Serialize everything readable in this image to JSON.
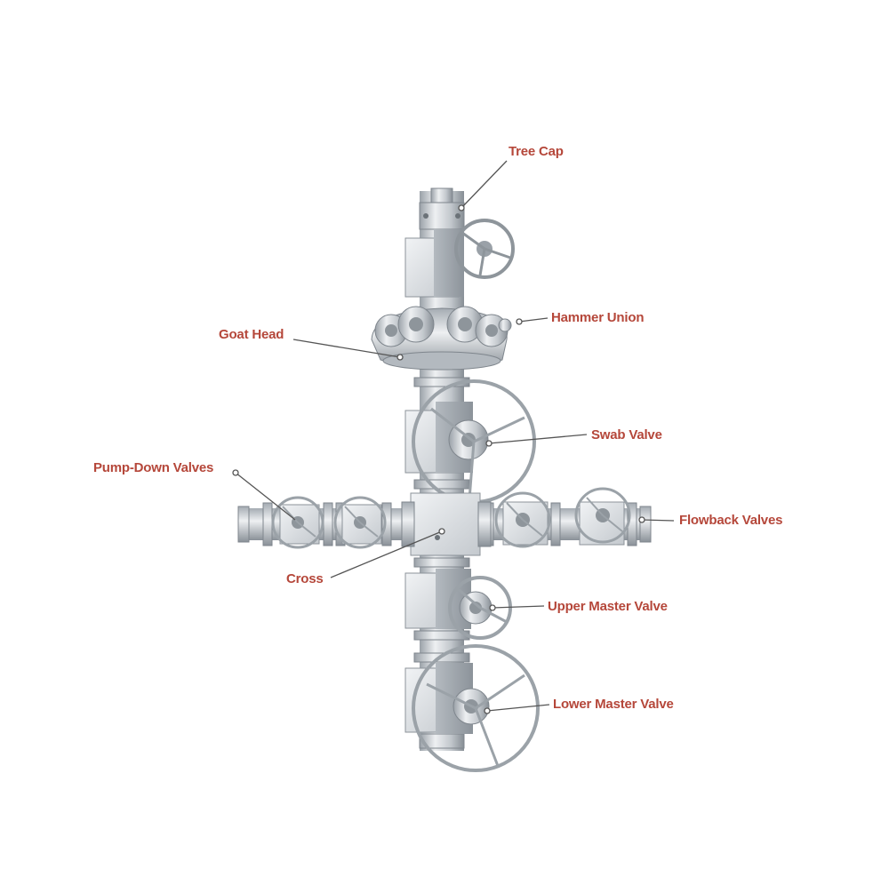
{
  "diagram": {
    "colors": {
      "label": "#b5473a",
      "leader": "#555555",
      "steel_light": "#e6e9ec",
      "steel_mid": "#b9bec4",
      "steel_dark": "#7f868d"
    },
    "labels": {
      "tree_cap": "Tree Cap",
      "hammer_union": "Hammer Union",
      "goat_head": "Goat Head",
      "swab_valve": "Swab Valve",
      "pump_down_valves": "Pump-Down Valves",
      "flowback_valves": "Flowback Valves",
      "cross": "Cross",
      "upper_master_valve": "Upper Master Valve",
      "lower_master_valve": "Lower Master Valve"
    }
  }
}
